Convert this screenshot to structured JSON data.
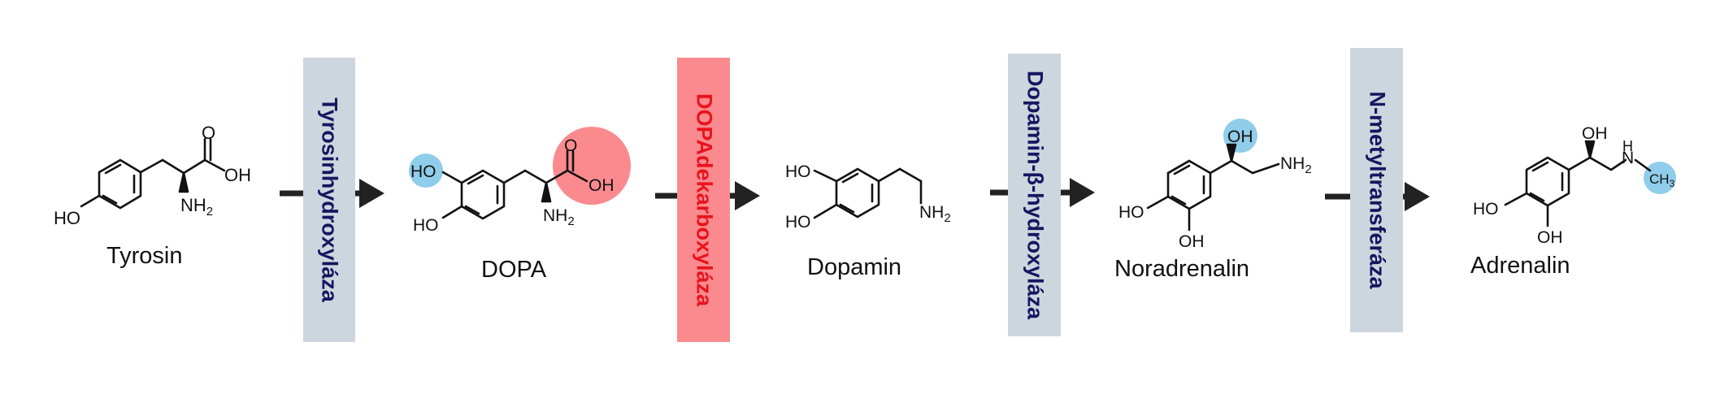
{
  "molecules": [
    {
      "name": "Tyrosin"
    },
    {
      "name": "DOPA"
    },
    {
      "name": "Dopamin"
    },
    {
      "name": "Noradrenalin"
    },
    {
      "name": "Adrenalin"
    }
  ],
  "enzymes": [
    {
      "label": "Tyrosinhydroxyláza",
      "box_color": "#cdd6de",
      "text_color": "#161660"
    },
    {
      "label": "DOPAdekarboxyláza",
      "box_color": "#fb8a8f",
      "text_color": "#e8141c"
    },
    {
      "label": "Dopamin-β-hydroxyláza",
      "box_color": "#cdd6de",
      "text_color": "#161660"
    },
    {
      "label": "N-metyltransferáza",
      "box_color": "#cdd6de",
      "text_color": "#161660"
    }
  ],
  "atoms": {
    "ho": "HO",
    "oh": "OH",
    "o": "O",
    "nh2_n": "NH",
    "nh2_sub": "2",
    "n": "N",
    "h": "H",
    "ch3_c": "CH",
    "ch3_sub": "3"
  },
  "highlight_colors": {
    "blue": "#8fcdea",
    "red": "#fb8a8f"
  },
  "arrow_color": "#222222"
}
